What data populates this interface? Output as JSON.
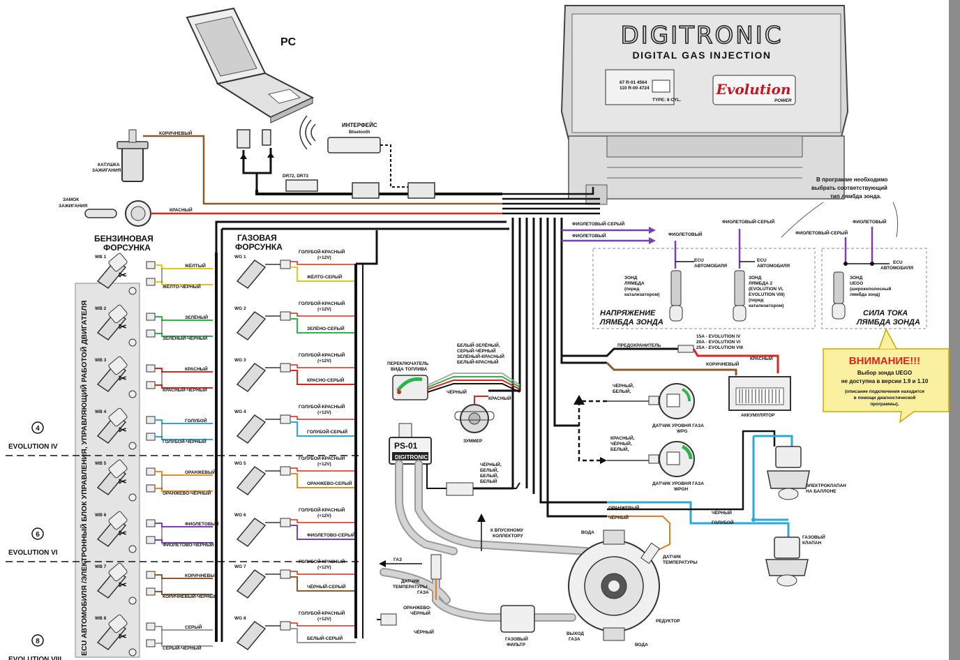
{
  "brand": {
    "logo_text": "DIGITRONIC",
    "subtitle": "DIGITAL GAS INJECTION",
    "model": "Evolution",
    "power": "POWER",
    "type": "TYPE: 8 CYL.",
    "cert1": "67 R-01 4564",
    "cert2": "110 R-00 4724"
  },
  "pc_label": "PC",
  "bluetooth": {
    "line1": "ИНТЕРФЕЙС",
    "line2": "Bluetooth"
  },
  "dr_label": "DR72, DR73",
  "ignition_coil": {
    "line1": "КАТУШКА",
    "line2": "ЗАЖИГАНИЯ",
    "wire": "КОРИЧНЕВЫЙ"
  },
  "ignition_lock": {
    "line1": "ЗАМОК",
    "line2": "ЗАЖИГАНИЯ",
    "wire": "КРАСНЫЙ"
  },
  "petrol_header": [
    "БЕНЗИНОВАЯ",
    "ФОРСУНКА"
  ],
  "gas_header": [
    "ГАЗОВАЯ",
    "ФОРСУНКА"
  ],
  "ecu_vertical": "ECU АВТОМОБИЛЯ /ЭЛЕКТРОННЫЙ БЛОК УПРАВЛЕНИЯ, УПРАВЛЯЮЩИЙ РАБОТОЙ ДВИГАТЕЛЯ",
  "gas_plus": "ГОЛУБОЙ-КРАСНЫЙ",
  "plus12": "(+12V)",
  "cylinders": [
    {
      "wb": "WB 1",
      "wg": "WG 1",
      "w1": "ЖЁЛТЫЙ",
      "w2": "ЖЁЛТО-ЧЁРНЫЙ",
      "g2": "ЖЁЛТО-СЕРЫЙ",
      "c": "#e3c51b"
    },
    {
      "wb": "WB 2",
      "wg": "WG 2",
      "w1": "ЗЕЛЁНЫЙ",
      "w2": "ЗЕЛЁНЫЙ-ЧЁРНЫЙ",
      "g2": "ЗЕЛЁНО-СЕРЫЙ",
      "c": "#2db34a"
    },
    {
      "wb": "WB 3",
      "wg": "WG 3",
      "w1": "КРАСНЫЙ",
      "w2": "КРАСНЫЙ-ЧЁРНЫЙ",
      "g2": "КРАСНО-СЕРЫЙ",
      "c": "#d9261c"
    },
    {
      "wb": "WB 4",
      "wg": "WG 4",
      "w1": "ГОЛУБОЙ",
      "w2": "ГОЛУБОЙ-ЧЁРНЫЙ",
      "g2": "ГОЛУБОЙ-СЕРЫЙ",
      "c": "#2aa8d8"
    },
    {
      "wb": "WB 5",
      "wg": "WG 5",
      "w1": "ОРАНЖЕВЫЙ",
      "w2": "ОРАНЖЕВО-ЧЁРНЫЙ",
      "g2": "ОРАНЖЕВО-СЕРЫЙ",
      "c": "#f08a1d"
    },
    {
      "wb": "WB 6",
      "wg": "WG 6",
      "w1": "ФИОЛЕТОВЫЙ",
      "w2": "ФИОЛЕТОВО-ЧЁРНЫЙ",
      "g2": "ФИОЛЕТОВО-СЕРЫЙ",
      "c": "#7b3fb5"
    },
    {
      "wb": "WB 7",
      "wg": "WG 7",
      "w1": "КОРИЧНЕВЫЙ",
      "w2": "КОРИЧНЕВЫЙ-ЧЁРНЫЙ",
      "g2": "ЧЁРНЫЙ-СЕРЫЙ",
      "c": "#8a5a2b"
    },
    {
      "wb": "WB 8",
      "wg": "WG 8",
      "w1": "СЕРЫЙ",
      "w2": "СЕРЫЙ-ЧЁРНЫЙ",
      "g2": "БЕЛЫЙ-СЕРЫЙ",
      "c": "#9a9a9a"
    }
  ],
  "evolution": [
    {
      "num": "4",
      "label": "EVOLUTION IV"
    },
    {
      "num": "6",
      "label": "EVOLUTION VI"
    },
    {
      "num": "8",
      "label": "EVOLUTION VIII"
    }
  ],
  "lambda_note": [
    "В программе необходимо",
    "выбрать соответствующий",
    "тип лямбда зонда."
  ],
  "lambda_voltage": {
    "wire_vs": "ФИОЛЕТОВЫЙ-СЕРЫЙ",
    "wire_v": "ФИОЛЕТОВЫЙ",
    "ecu1": "ECU",
    "ecu2": "АВТОМОБИЛЯ",
    "probe1": [
      "ЗОНД",
      "ЛЯМБДА",
      "(перед",
      "катализатором)"
    ],
    "probe2": [
      "ЗОНД",
      "ЛЯМБДА 2",
      "(EVOLUTION VI,",
      "EVOLUTION VIII)",
      "(перед",
      "катализатором)"
    ],
    "title": [
      "НАПРЯЖЕНИЕ",
      "ЛЯМБДА ЗОНДА"
    ]
  },
  "lambda_current": {
    "probe": [
      "ЗОНД",
      "UEGO",
      "(широкополосный",
      "лямбда зонд)"
    ],
    "title": [
      "СИЛА ТОКА",
      "ЛЯМБДА ЗОНДА"
    ]
  },
  "warning": {
    "title": "ВНИМАНИЕ!!!",
    "line1": "Выбор зонда UEGO",
    "line2": "не доступна в версии 1.9 и 1.10",
    "line3": "(описание подключения находится",
    "line4": "в помощи диагностической",
    "line5": "программы)."
  },
  "fuse": {
    "label": "ПРЕДОХРАНИТЕЛЬ",
    "v1": "15A - EVOLUTION IV",
    "v2": "20A - EVOLUTION VI",
    "v3": "25A - EVOLUTION VIII"
  },
  "battery": {
    "label": "АККУМУЛЯТОР",
    "brown": "КОРИЧНЕВЫЙ",
    "red": "КРАСНЫЙ"
  },
  "switch": {
    "line1": "ПЕРЕКЛЮЧАТЕЛЬ",
    "line2": "ВИДА ТОПЛИВА",
    "black": "ЧЁРНЫЙ",
    "red": "КРАСНЫЙ",
    "wires": [
      "БЕЛЫЙ-ЗЕЛЁНЫЙ,",
      "СЕРЫЙ-ЧЁРНЫЙ",
      "ЗЕЛЁНЫЙ-КРАСНЫЙ",
      "БЕЛЫЙ-КРАСНЫЙ"
    ]
  },
  "buzzer": "ЗУММЕР",
  "level_wpg": {
    "wires": [
      "ЧЁРНЫЙ,",
      "БЕЛЫЙ,"
    ],
    "label": [
      "ДАТЧИК УРОВНЯ ГАЗА",
      "WPG"
    ]
  },
  "level_wpgh": {
    "wires": [
      "КРАСНЫЙ,",
      "ЧЁРНЫЙ,",
      "БЕЛЫЙ,"
    ],
    "label": [
      "ДАТЧИК УРОВНЯ ГАЗА",
      "WPGH"
    ]
  },
  "tank_valve": [
    "ЭЛЕКТРОКЛАПАН",
    "НА БАЛЛОНЕ"
  ],
  "gas_valve": [
    "ГАЗОВЫЙ",
    "КЛАПАН"
  ],
  "valve_wires": {
    "black": "ЧЁРНЫЙ",
    "blue": "ГОЛУБОЙ"
  },
  "ps01": {
    "label": "PS-01",
    "logo": "DIGITRONIC",
    "wires": [
      "ЧЁРНЫЙ,",
      "БЕЛЫЙ,",
      "БЕЛЫЙ,",
      "БЕЛЫЙ"
    ]
  },
  "intake": [
    "К ВПУСКНОМУ",
    "КОЛЛЕКТОРУ"
  ],
  "gas_arrow": "ГАЗ",
  "gas_temp": [
    "ДАТЧИК",
    "ТЕМПЕРАТУРЫ",
    "ГАЗА"
  ],
  "orange_black": [
    "ОРАНЖЕВО-",
    "ЧЁРНЫЙ"
  ],
  "black_wire": "ЧЁРНЫЙ",
  "gas_filter": [
    "ГАЗОВЫЙ",
    "ФИЛЬТР"
  ],
  "gas_out": [
    "ВЫХОД",
    "ГАЗА"
  ],
  "water": "ВОДА",
  "reducer": "РЕДУКТОР",
  "temp_sensor": [
    "ДАТЧИК",
    "ТЕМПЕРАТУРЫ"
  ],
  "reducer_wires": {
    "orange": "ОРАНЖЕВЫЙ",
    "black": "ЧЁРНЫЙ"
  }
}
